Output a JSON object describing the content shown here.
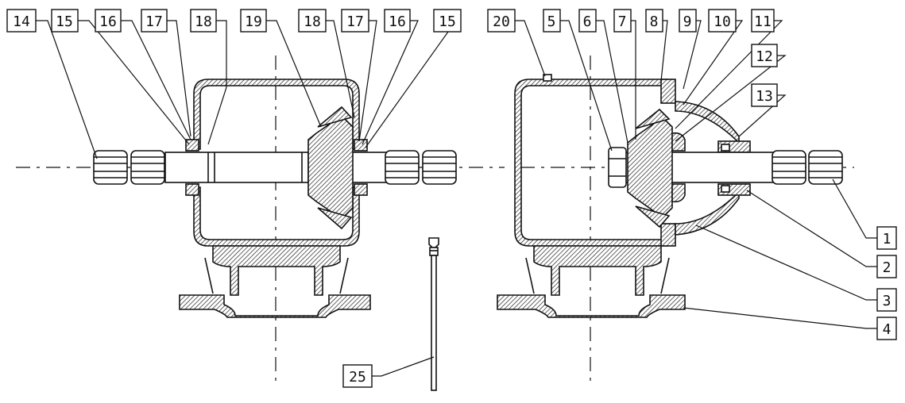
{
  "diagram": {
    "callouts": [
      {
        "id": "c14",
        "label": "14"
      },
      {
        "id": "c15a",
        "label": "15"
      },
      {
        "id": "c16a",
        "label": "16"
      },
      {
        "id": "c17a",
        "label": "17"
      },
      {
        "id": "c18a",
        "label": "18"
      },
      {
        "id": "c19",
        "label": "19"
      },
      {
        "id": "c18b",
        "label": "18"
      },
      {
        "id": "c17b",
        "label": "17"
      },
      {
        "id": "c16b",
        "label": "16"
      },
      {
        "id": "c15b",
        "label": "15"
      },
      {
        "id": "c20",
        "label": "20"
      },
      {
        "id": "c5",
        "label": "5"
      },
      {
        "id": "c6",
        "label": "6"
      },
      {
        "id": "c7",
        "label": "7"
      },
      {
        "id": "c8",
        "label": "8"
      },
      {
        "id": "c9",
        "label": "9"
      },
      {
        "id": "c10",
        "label": "10"
      },
      {
        "id": "c11",
        "label": "11"
      },
      {
        "id": "c12",
        "label": "12"
      },
      {
        "id": "c13",
        "label": "13"
      },
      {
        "id": "c1",
        "label": "1"
      },
      {
        "id": "c2",
        "label": "2"
      },
      {
        "id": "c3",
        "label": "3"
      },
      {
        "id": "c4",
        "label": "4"
      },
      {
        "id": "c25",
        "label": "25"
      }
    ],
    "colors": {
      "ink": "#111111",
      "hatch": "#222222",
      "background": "#ffffff"
    }
  }
}
